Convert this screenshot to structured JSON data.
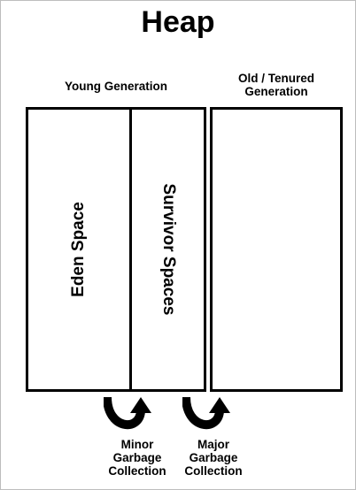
{
  "title": "Heap",
  "young_generation": {
    "label": "Young Generation",
    "eden": "Eden Space",
    "survivor": "Survivor Spaces"
  },
  "old_generation": {
    "label_line1": "Old / Tenured",
    "label_line2": "Generation"
  },
  "collections": {
    "minor_line1": "Minor",
    "minor_line2": "Garbage",
    "minor_line3": "Collection",
    "major_line1": "Major",
    "major_line2": "Garbage",
    "major_line3": "Collection"
  },
  "icons": {
    "minor_arrow": "curved-up-arrow-icon",
    "major_arrow": "curved-up-arrow-icon"
  }
}
